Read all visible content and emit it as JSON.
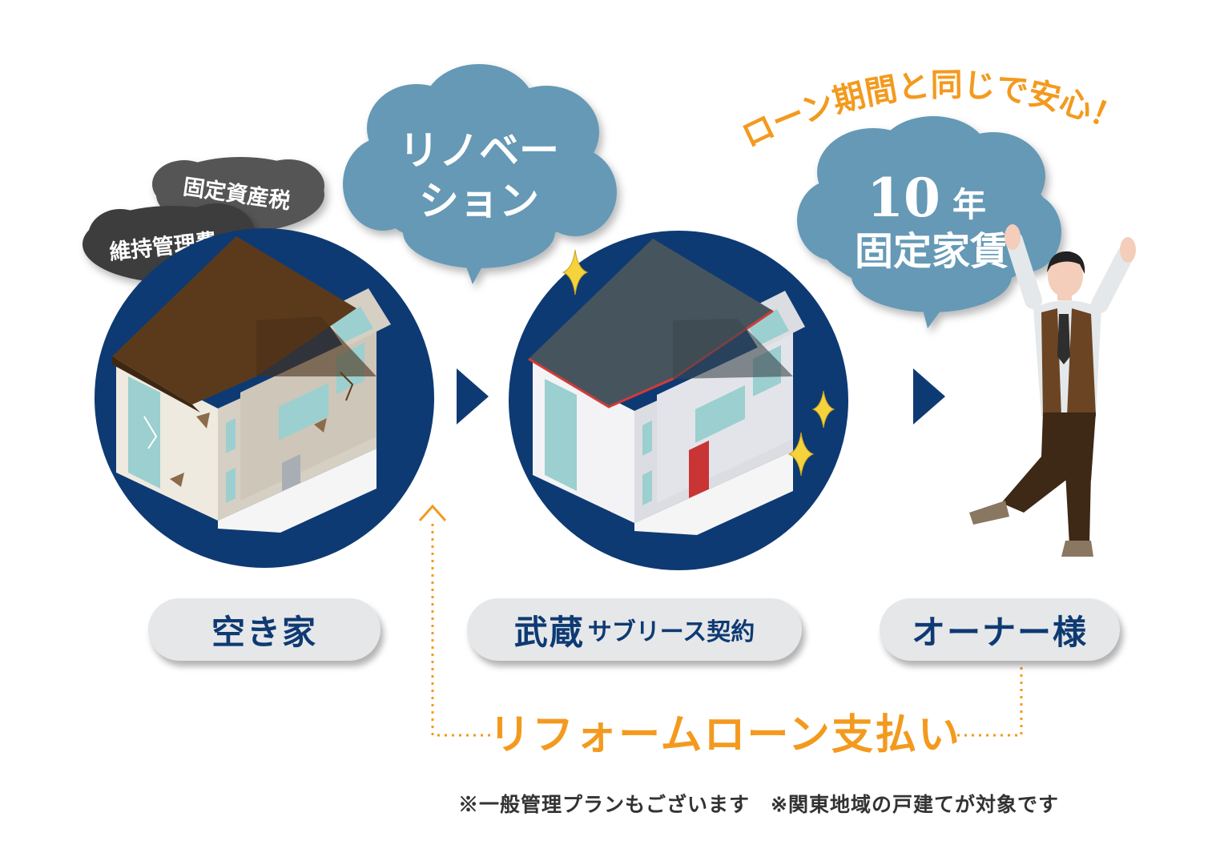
{
  "worries": {
    "tax": "固定資産税",
    "maintenance": "維持管理費"
  },
  "bubble_renovation": {
    "line1": "リノベー",
    "line2": "ション"
  },
  "bubble_rent": {
    "number": "10",
    "unit": "年",
    "line2": "固定家賃"
  },
  "tagline": "ローン期間と同じで安心！",
  "steps": {
    "vacant": "空き家",
    "sublease_main": "武蔵",
    "sublease_sub": "サブリース契約",
    "owner": "オーナー様"
  },
  "loan_label": "リフォームローン支払い",
  "notes": {
    "note1": "※一般管理プランもございます",
    "note2": "※関東地域の戸建てが対象です"
  },
  "colors": {
    "navy": "#0e3a73",
    "bubble": "#6599b6",
    "orange": "#f39a1e",
    "dark_cloud": "#4a4a4a",
    "pill": "#e6e7e9"
  }
}
